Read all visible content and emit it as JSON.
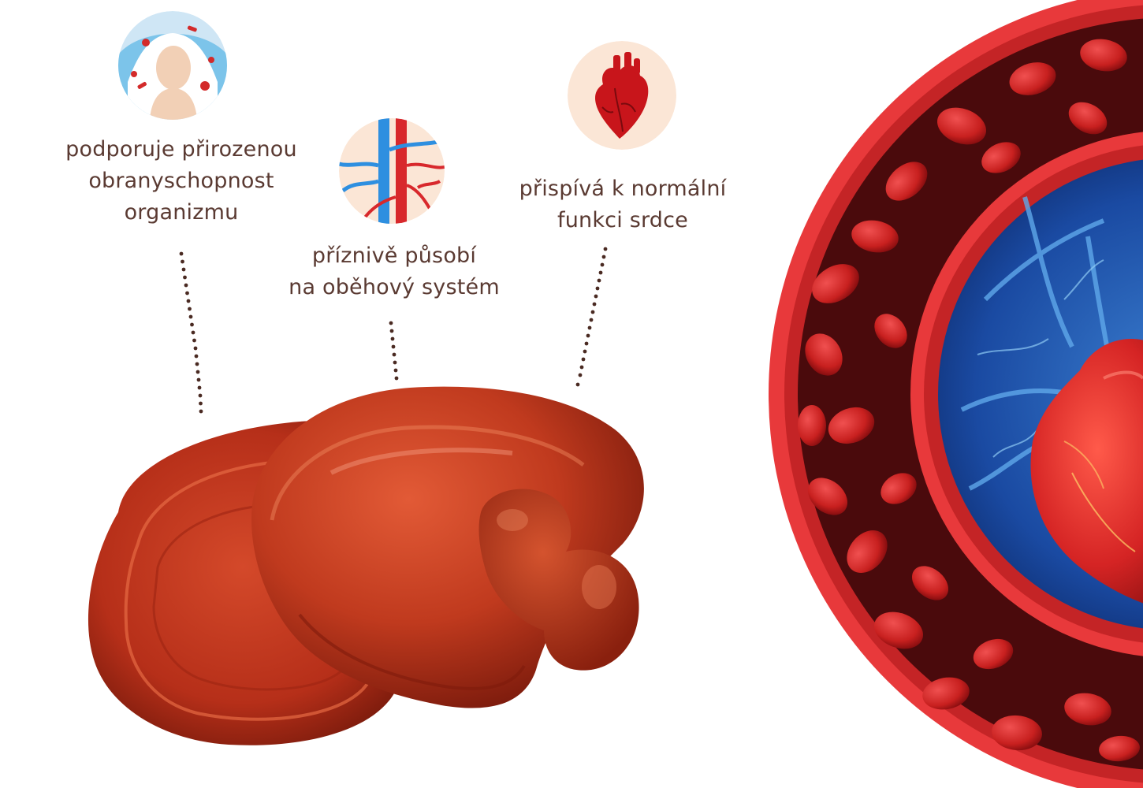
{
  "benefits": [
    {
      "icon": "immune-defense-icon",
      "lines": [
        "podporuje přirozenou",
        "obranyschopnost",
        "organizmu"
      ]
    },
    {
      "icon": "blood-vessels-icon",
      "lines": [
        "příznivě působí",
        "na oběhový systém"
      ]
    },
    {
      "icon": "heart-icon",
      "lines": [
        "přispívá k normální",
        "funkci srdce"
      ]
    }
  ],
  "colors": {
    "text": "#5a3a32",
    "dots": "#4a2a22",
    "mushroom": "#b8301c",
    "vessel_red": "#e23a3a",
    "inner_blue": "#1a3f8a",
    "icon_bg_blue": "#cfe6f5",
    "icon_bg_peach": "#fbe6d6"
  }
}
